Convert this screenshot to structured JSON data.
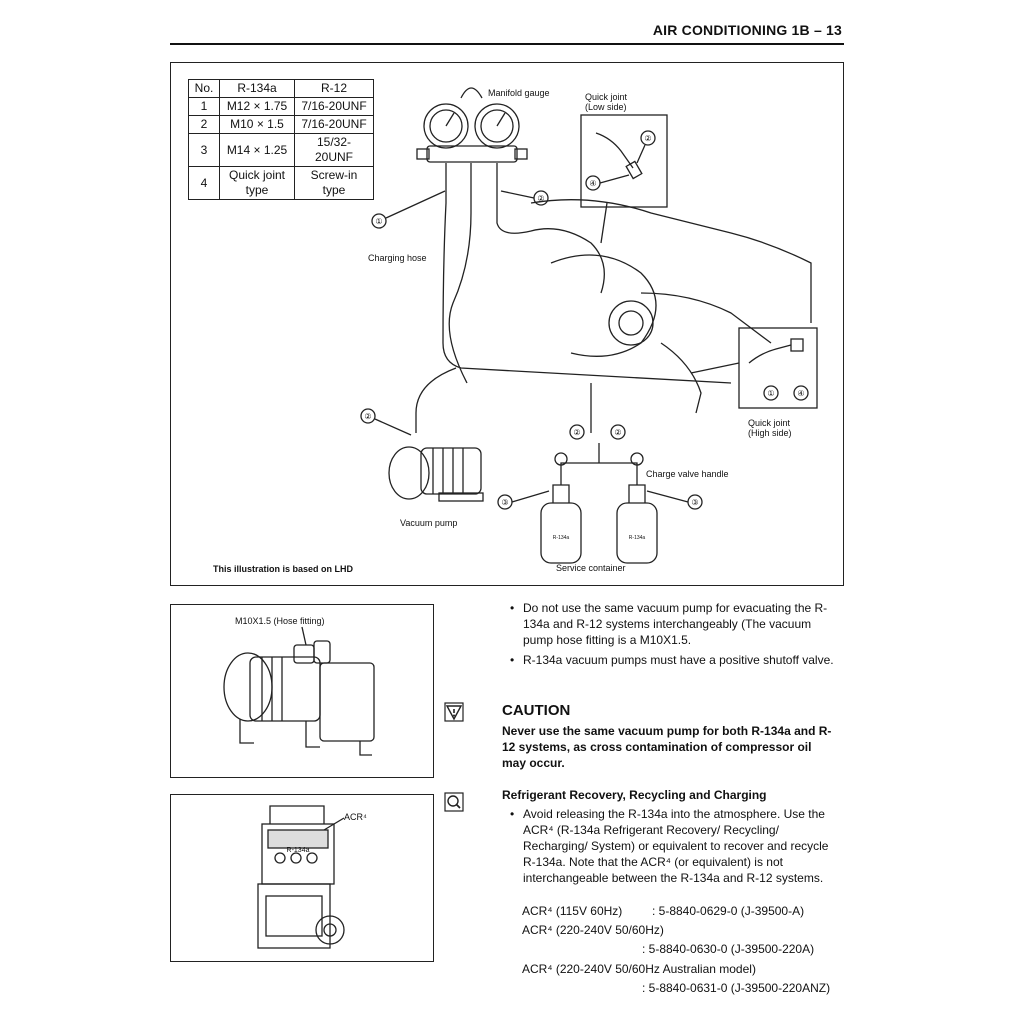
{
  "header": {
    "title": "AIR CONDITIONING  1B – 13"
  },
  "spec_table": {
    "headers": [
      "No.",
      "R-134a",
      "R-12"
    ],
    "rows": [
      [
        "1",
        "M12 × 1.75",
        "7/16-20UNF"
      ],
      [
        "2",
        "M10 × 1.5",
        "7/16-20UNF"
      ],
      [
        "3",
        "M14 × 1.25",
        "15/32-20UNF"
      ],
      [
        "4",
        "Quick joint type",
        "Screw-in type"
      ]
    ]
  },
  "main_figure": {
    "manifold_gauge": "Manifold gauge",
    "quick_joint_low": "Quick joint (Low side)",
    "quick_joint_high": "Quick joint (High side)",
    "charging_hose": "Charging hose",
    "charge_valve_handle": "Charge valve handle",
    "vacuum_pump": "Vacuum pump",
    "service_container": "Service container",
    "lhd_note": "This illustration is based on LHD",
    "callouts": [
      "①",
      "②",
      "③",
      "④"
    ],
    "container_label": "R-134a"
  },
  "pump_figure": {
    "label": "M10X1.5 (Hose fitting)"
  },
  "acr_figure": {
    "label": "ACR⁴",
    "panel_text": "R-134a"
  },
  "bullets": [
    "Do not use the same vacuum pump for evacuating the R-134a and R-12 systems interchangeably (The vacuum pump hose fitting is a M10X1.5.",
    "R-134a vacuum pumps must have a positive shutoff valve."
  ],
  "caution": {
    "title": "CAUTION",
    "text": "Never use the same vacuum pump for both R-134a and R-12 systems, as cross contamination of compressor oil may occur."
  },
  "recovery": {
    "title": "Refrigerant Recovery, Recycling and Charging",
    "bullet": "Avoid releasing the R-134a into the atmosphere. Use the ACR⁴ (R-134a Refrigerant Recovery/ Recycling/ Recharging/ System) or equivalent to recover and recycle R-134a. Note that the ACR⁴ (or equivalent) is not interchangeable between the R-134a and R-12 systems.",
    "parts": [
      {
        "name": "ACR⁴ (115V  60Hz)",
        "number": ": 5-8840-0629-0 (J-39500-A)"
      },
      {
        "name": "ACR⁴ (220-240V  50/60Hz)",
        "number": ": 5-8840-0630-0 (J-39500-220A)"
      },
      {
        "name": "ACR⁴ (220-240V  50/60Hz Australian model)",
        "number": ": 5-8840-0631-0 (J-39500-220ANZ)"
      }
    ]
  }
}
